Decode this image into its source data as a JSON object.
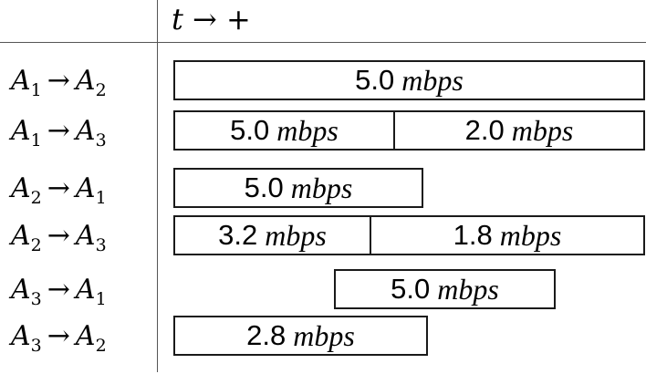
{
  "header": {
    "variable": "t",
    "arrow": "→",
    "plus": "+"
  },
  "unit": "mbps",
  "rows": [
    {
      "from": "A",
      "from_sub": "1",
      "arrow": "→",
      "to": "A",
      "to_sub": "2",
      "segments": [
        {
          "value": "5.0",
          "start": 0.0,
          "end": 1.0
        }
      ]
    },
    {
      "from": "A",
      "from_sub": "1",
      "arrow": "→",
      "to": "A",
      "to_sub": "3",
      "segments": [
        {
          "value": "5.0",
          "start": 0.0,
          "end": 0.47
        },
        {
          "value": "2.0",
          "start": 0.47,
          "end": 1.0
        }
      ]
    },
    {
      "from": "A",
      "from_sub": "2",
      "arrow": "→",
      "to": "A",
      "to_sub": "1",
      "segments": [
        {
          "value": "5.0",
          "start": 0.0,
          "end": 0.53
        }
      ]
    },
    {
      "from": "A",
      "from_sub": "2",
      "arrow": "→",
      "to": "A",
      "to_sub": "3",
      "segments": [
        {
          "value": "3.2",
          "start": 0.0,
          "end": 0.42
        },
        {
          "value": "1.8",
          "start": 0.42,
          "end": 1.0
        }
      ]
    },
    {
      "from": "A",
      "from_sub": "3",
      "arrow": "→",
      "to": "A",
      "to_sub": "1",
      "segments": [
        {
          "value": "5.0",
          "start": 0.34,
          "end": 0.81
        }
      ]
    },
    {
      "from": "A",
      "from_sub": "3",
      "arrow": "→",
      "to": "A",
      "to_sub": "2",
      "segments": [
        {
          "value": "2.8",
          "start": 0.0,
          "end": 0.54
        }
      ]
    }
  ]
}
